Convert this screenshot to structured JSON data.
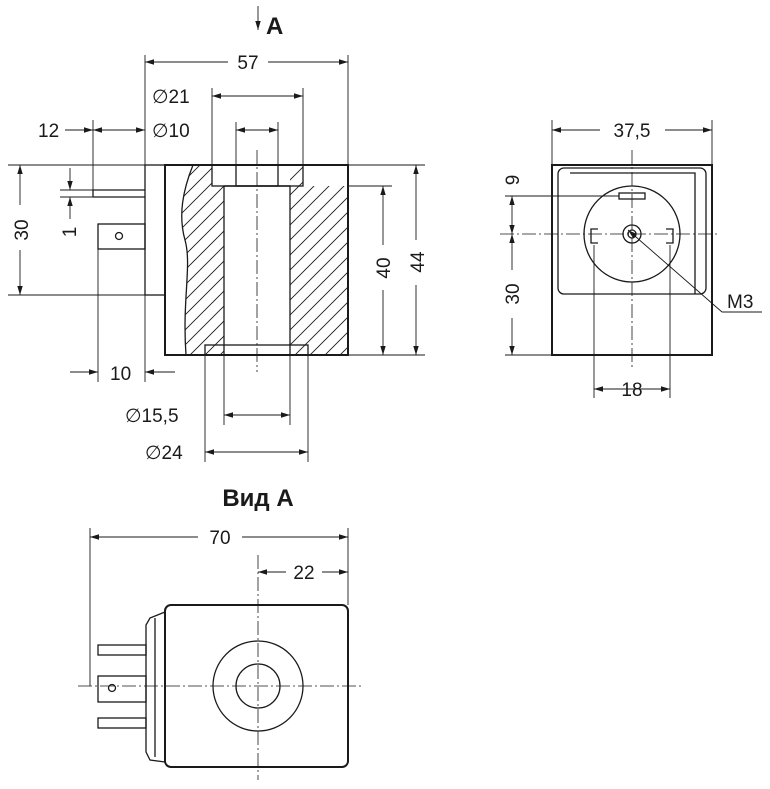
{
  "view_arrow_label": "A",
  "view_a_title": "Вид А",
  "dimensions": {
    "front_width": "57",
    "bore_outer": "∅21",
    "bore_inner": "∅10",
    "terminal_offset": "12",
    "height_30": "30",
    "tab_thickness": "1",
    "body_height_40": "40",
    "total_height_44": "44",
    "terminal_depth": "10",
    "tube_15_5": "∅15,5",
    "flange_24": "∅24",
    "side_width": "37,5",
    "side_top_9": "9",
    "side_height_30": "30",
    "screw": "M3",
    "connector_18": "18",
    "bottom_width_70": "70",
    "bottom_offset_22": "22"
  }
}
